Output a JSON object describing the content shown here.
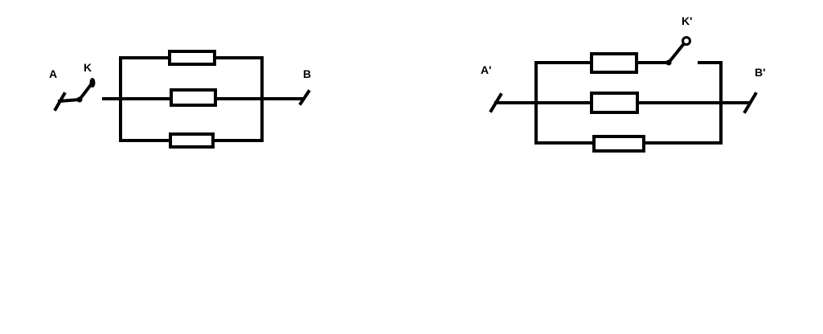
{
  "colors": {
    "stroke": "#000000",
    "background": "#ffffff"
  },
  "left_circuit": {
    "terminal_a": "A",
    "switch_k": "K",
    "terminal_b": "B"
  },
  "right_circuit": {
    "terminal_a": "A'",
    "switch_k": "K'",
    "terminal_b": "B'"
  }
}
